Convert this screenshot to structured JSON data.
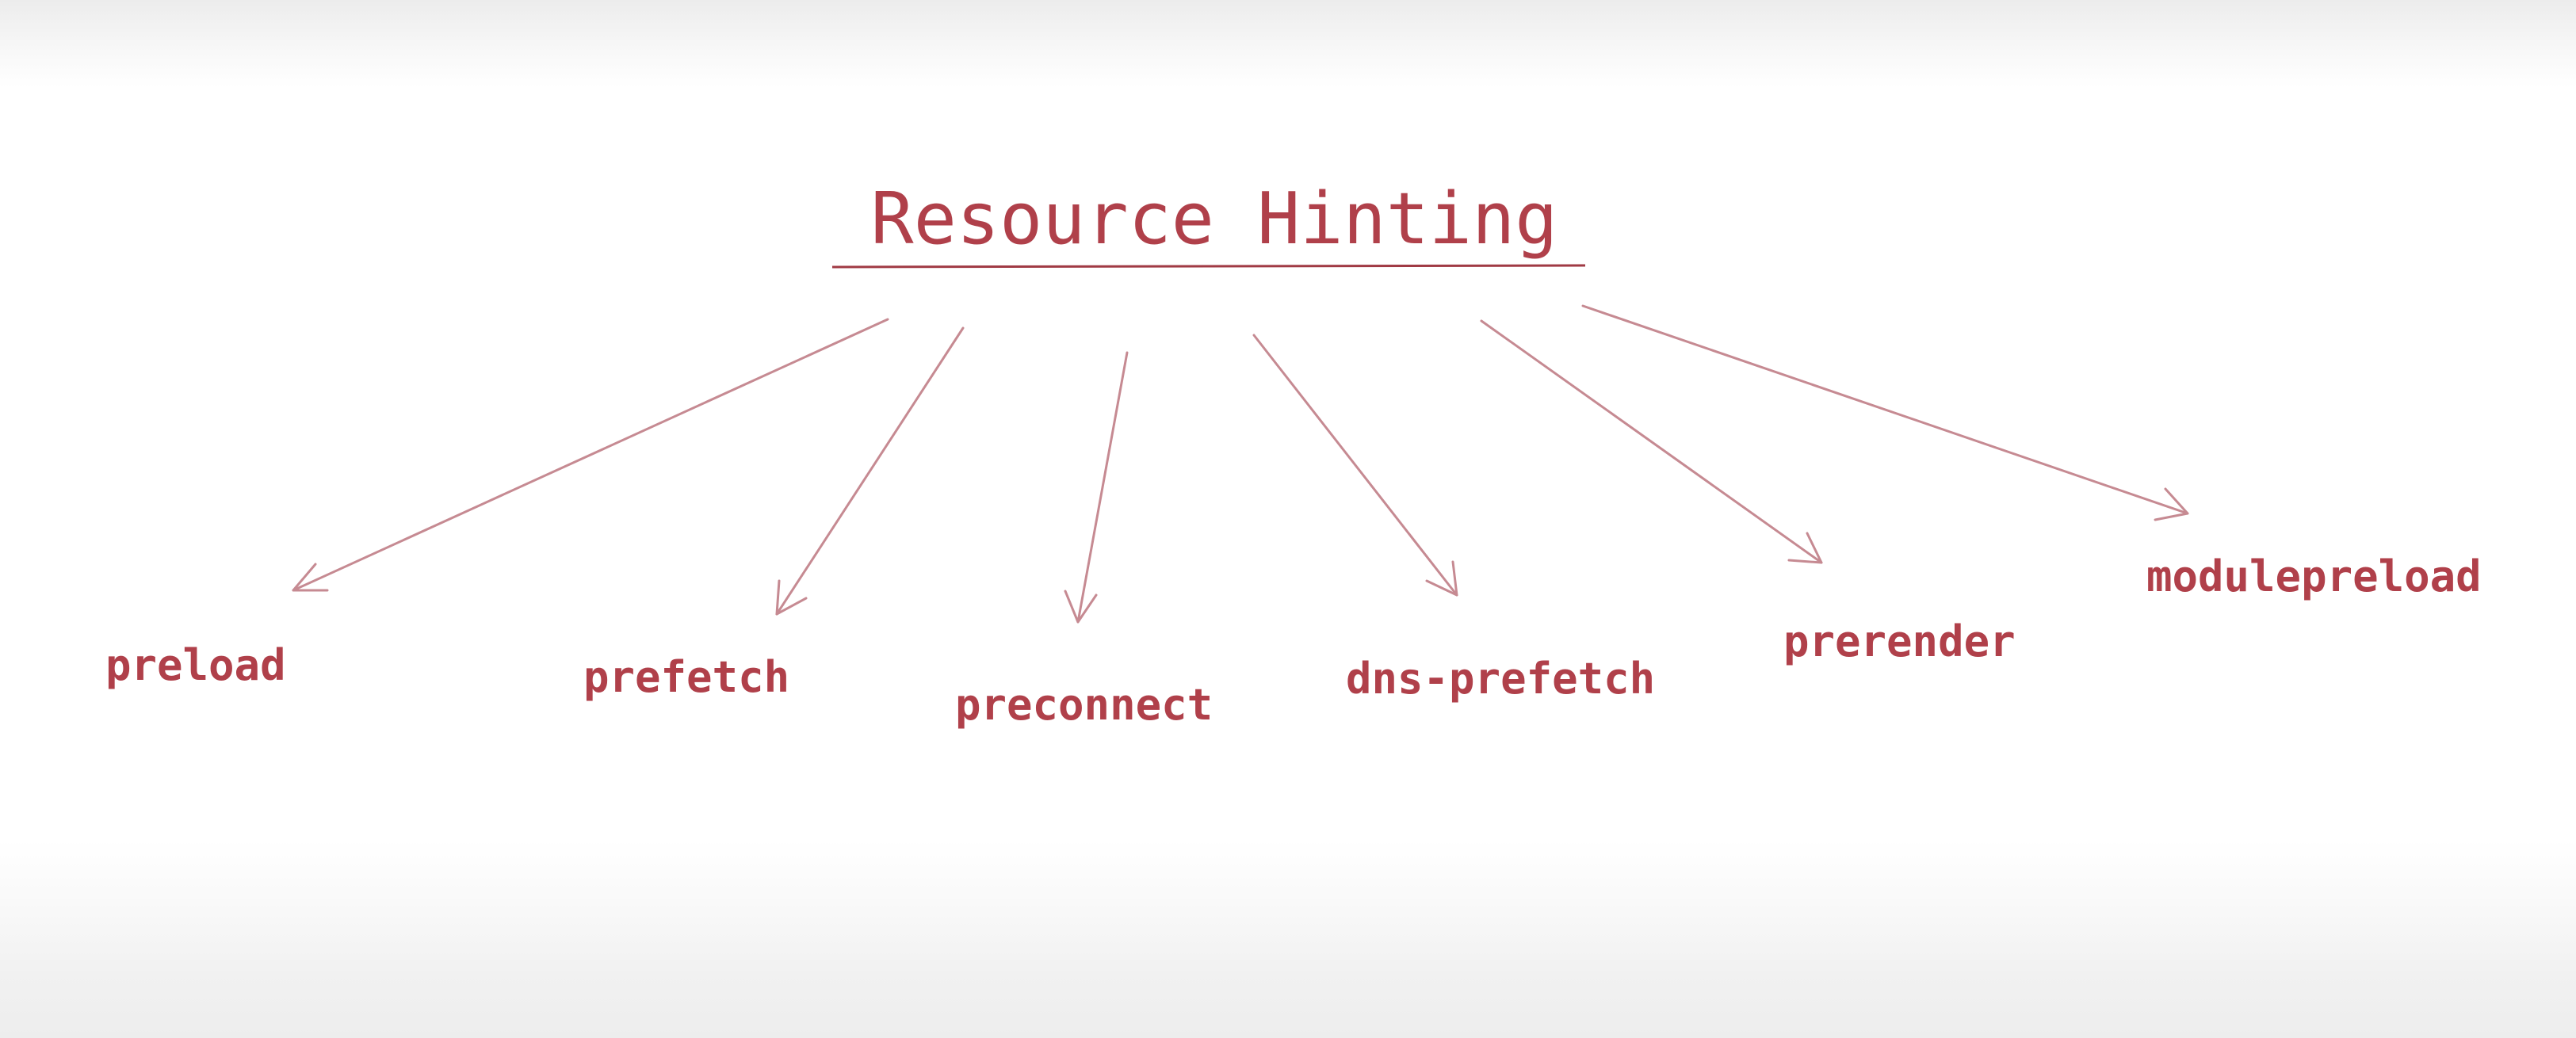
{
  "diagram": {
    "title": "Resource Hinting",
    "nodes": [
      {
        "id": "preload",
        "label": "preload"
      },
      {
        "id": "prefetch",
        "label": "prefetch"
      },
      {
        "id": "preconnect",
        "label": "preconnect"
      },
      {
        "id": "dns-prefetch",
        "label": "dns-prefetch"
      },
      {
        "id": "prerender",
        "label": "prerender"
      },
      {
        "id": "modulepreload",
        "label": "modulepreload"
      }
    ],
    "edges": [
      {
        "from": "title",
        "to": "preload"
      },
      {
        "from": "title",
        "to": "prefetch"
      },
      {
        "from": "title",
        "to": "preconnect"
      },
      {
        "from": "title",
        "to": "dns-prefetch"
      },
      {
        "from": "title",
        "to": "prerender"
      },
      {
        "from": "title",
        "to": "modulepreload"
      }
    ],
    "colors": {
      "text": "#b0404a",
      "arrow": "#c68a92",
      "underline": "#a03a44"
    }
  }
}
